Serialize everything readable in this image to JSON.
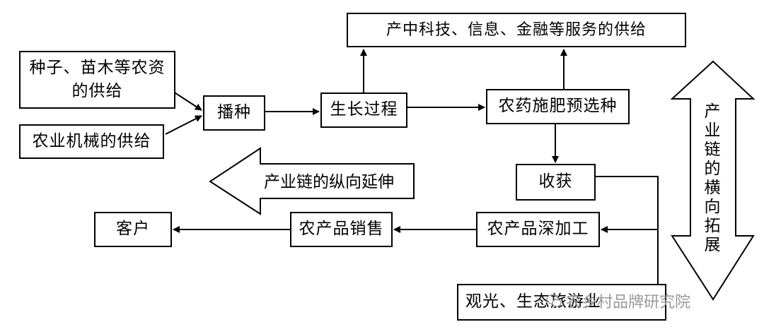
{
  "nodes": {
    "supply_services": "产中科技、信息、金融等服务的供给",
    "seed_supply_line1": "种子、苗木等农资",
    "seed_supply_line2": "的供给",
    "machinery_supply": "农业机械的供给",
    "sowing": "播种",
    "growth": "生长过程",
    "pesticide": "农药施肥预选种",
    "harvest": "收获",
    "processing": "农产品深加工",
    "sales": "农产品销售",
    "customer": "客户",
    "tourism": "观光、生态旅游业"
  },
  "vertical_extension": "产业链的纵向延伸",
  "horizontal_expansion_chars": [
    "产",
    "业",
    "链",
    "的",
    "横",
    "向",
    "拓",
    "展"
  ],
  "watermark": "农乡村品牌研究院",
  "watermark_icon": "wechat-icon"
}
